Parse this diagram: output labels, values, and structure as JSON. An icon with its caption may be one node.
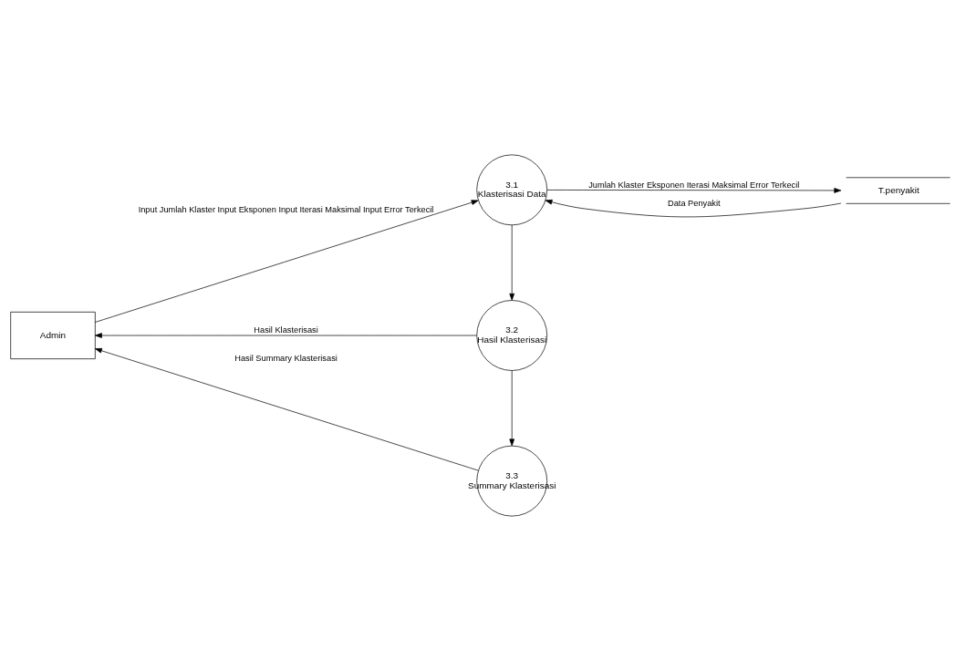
{
  "diagram": {
    "nodes": [
      {
        "text": [
          "Admin"
        ]
      },
      {
        "text": [
          "3.1",
          "Klasterisasi Data"
        ]
      },
      {
        "text": [
          "T.penyakit"
        ]
      },
      {
        "text": [
          "3.2",
          "Hasil Klasterisasi"
        ]
      },
      {
        "text": [
          "3.3",
          "Summary Klasterisasi"
        ]
      }
    ],
    "edges": [
      {
        "from": 0,
        "to": 1,
        "arrow": "to",
        "label": "Input Jumlah Klaster Input Eksponen Input Iterasi Maksimal Input Error Terkecil"
      },
      {
        "from": 1,
        "to": 2,
        "arrow": "to",
        "label": "Jumlah Klaster Eksponen Iterasi Maksimal Error Terkecil"
      },
      {
        "from": 2,
        "to": 1,
        "arrow": "to",
        "label": "Data Penyakit"
      },
      {
        "from": 1,
        "to": 3,
        "arrow": "to"
      },
      {
        "from": 3,
        "to": 0,
        "arrow": "to",
        "label": "Hasil Klasterisasi"
      },
      {
        "from": 3,
        "to": 4,
        "arrow": "to"
      },
      {
        "from": 4,
        "to": 0,
        "arrow": "to",
        "label": "Hasil Summary Klasterisasi"
      }
    ]
  }
}
